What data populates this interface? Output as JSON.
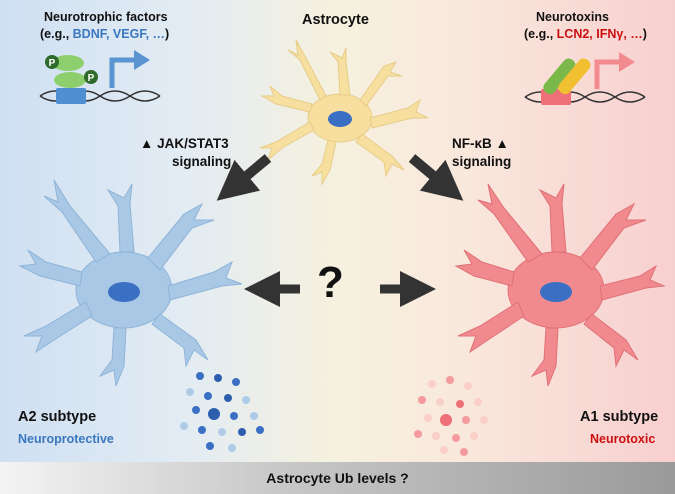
{
  "top_left": {
    "title": "Neurotrophic factors",
    "examples_prefix": "(e.g., ",
    "examples_colored": "BDNF, VEGF, …",
    "examples_suffix": ")",
    "phospho_label": "P"
  },
  "top_right": {
    "title": "Neurotoxins",
    "examples_prefix": "(e.g., ",
    "examples_colored": "LCN2, IFNγ, …",
    "examples_suffix": ")"
  },
  "center": {
    "astrocyte_label": "Astrocyte",
    "question": "?"
  },
  "left_pathway": {
    "line1": "▲ JAK/STAT3",
    "line2": "signaling"
  },
  "right_pathway": {
    "line1": "NF-κB ▲",
    "line2": "signaling"
  },
  "a2": {
    "subtype": "A2 subtype",
    "role": "Neuroprotective"
  },
  "a1": {
    "subtype": "A1 subtype",
    "role": "Neurotoxic"
  },
  "bottom_bar": {
    "label": "Astrocyte Ub levels ?"
  },
  "colors": {
    "a2_cell": "#a9c8e6",
    "a2_accent": "#3a77bf",
    "a1_cell": "#f08a8e",
    "a1_accent": "#cc1010",
    "astrocyte_cell": "#f7dfa0",
    "nucleus": "#3a6fc4",
    "arrow": "#333333"
  }
}
